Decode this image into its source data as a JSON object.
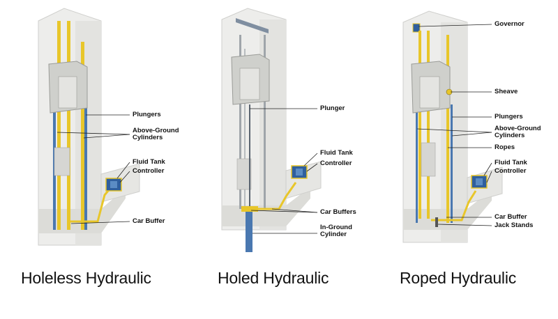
{
  "diagrams": [
    {
      "caption": "Holeless Hydraulic",
      "labels": [
        "Plungers",
        "Above-Ground\nCylinders",
        "Fluid Tank",
        "Controller",
        "Car Buffer"
      ]
    },
    {
      "caption": "Holed Hydraulic",
      "labels": [
        "Plunger",
        "Fluid Tank",
        "Controller",
        "Car Buffers",
        "In-Ground\nCylinder"
      ]
    },
    {
      "caption": "Roped Hydraulic",
      "labels": [
        "Governor",
        "Sheave",
        "Plungers",
        "Above-Ground\nCylinders",
        "Ropes",
        "Fluid Tank",
        "Controller",
        "Car Buffer",
        "Jack Stands"
      ]
    }
  ],
  "colors": {
    "shaft": "#ececea",
    "shaft_edge": "#c9c9c6",
    "rail": "#e8c62a",
    "pipe": "#4a78b0",
    "car": "#cfd0cc",
    "tank": "#2f5f9e"
  }
}
